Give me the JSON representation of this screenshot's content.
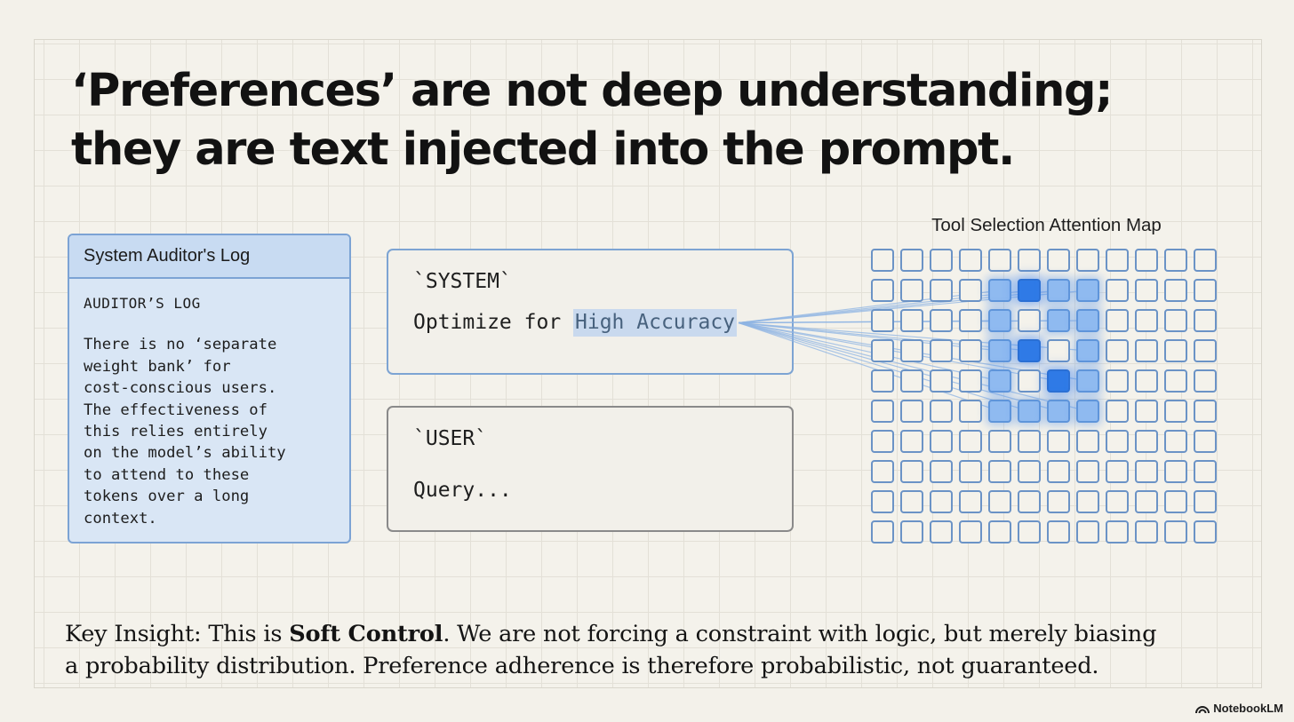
{
  "title": {
    "line1": "‘Preferences’ are not deep understanding;",
    "line2": "they are text injected into the prompt."
  },
  "auditor_log": {
    "header": "System Auditor's Log",
    "label": "AUDITOR’S LOG",
    "lines": [
      "There is no ‘separate",
      "weight bank’ for",
      "cost-conscious users.",
      "The effectiveness of",
      "this relies entirely",
      "on the model’s ability",
      "to attend to these",
      "tokens over a long",
      "context."
    ]
  },
  "system_block": {
    "tag": "`SYSTEM`",
    "prefix": "Optimize for ",
    "highlight": "High Accuracy"
  },
  "user_block": {
    "tag": "`USER`",
    "text": "Query..."
  },
  "attention_map": {
    "title": "Tool Selection Attention Map",
    "rows": 10,
    "cols": 12,
    "highlights": [
      {
        "row": 1,
        "col": 4,
        "level": 1
      },
      {
        "row": 1,
        "col": 5,
        "level": 2
      },
      {
        "row": 1,
        "col": 6,
        "level": 1
      },
      {
        "row": 1,
        "col": 7,
        "level": 1
      },
      {
        "row": 2,
        "col": 4,
        "level": 1
      },
      {
        "row": 2,
        "col": 6,
        "level": 1
      },
      {
        "row": 2,
        "col": 7,
        "level": 1
      },
      {
        "row": 3,
        "col": 4,
        "level": 1
      },
      {
        "row": 3,
        "col": 5,
        "level": 2
      },
      {
        "row": 3,
        "col": 7,
        "level": 1
      },
      {
        "row": 4,
        "col": 4,
        "level": 1
      },
      {
        "row": 4,
        "col": 6,
        "level": 2
      },
      {
        "row": 4,
        "col": 7,
        "level": 1
      },
      {
        "row": 5,
        "col": 4,
        "level": 1
      },
      {
        "row": 5,
        "col": 5,
        "level": 1
      },
      {
        "row": 5,
        "col": 6,
        "level": 1
      },
      {
        "row": 5,
        "col": 7,
        "level": 1
      }
    ],
    "colors": {
      "cell_border": "#6b93c6",
      "highlight_light": "#8fbaf0",
      "highlight_strong": "#2f7ae6"
    }
  },
  "insight": {
    "prefix": "Key Insight: This is ",
    "bold": "Soft Control",
    "rest_line1": ". We are not forcing a constraint with logic, but merely biasing",
    "line2": "a probability distribution. Preference adherence is therefore probabilistic, not guaranteed."
  },
  "brand": {
    "name": "NotebookLM"
  }
}
